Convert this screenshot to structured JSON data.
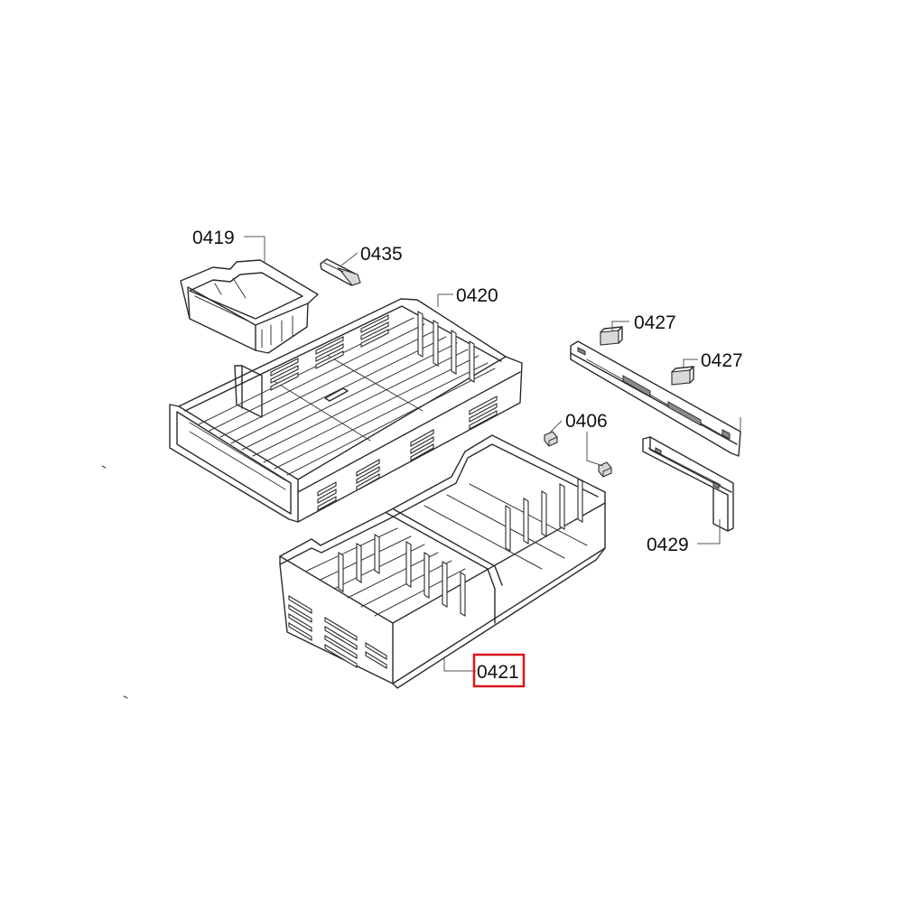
{
  "colors": {
    "highlight": "#d9161c",
    "line": "#2b2b2b"
  },
  "callouts": [
    {
      "id": "c0419",
      "text": "0419",
      "highlighted": false
    },
    {
      "id": "c0435",
      "text": "0435",
      "highlighted": false
    },
    {
      "id": "c0420",
      "text": "0420",
      "highlighted": false
    },
    {
      "id": "c0427a",
      "text": "0427",
      "highlighted": false
    },
    {
      "id": "c0427b",
      "text": "0427",
      "highlighted": false
    },
    {
      "id": "c0406",
      "text": "0406",
      "highlighted": false
    },
    {
      "id": "c0429",
      "text": "0429",
      "highlighted": false
    },
    {
      "id": "c0421",
      "text": "0421",
      "highlighted": true
    }
  ]
}
